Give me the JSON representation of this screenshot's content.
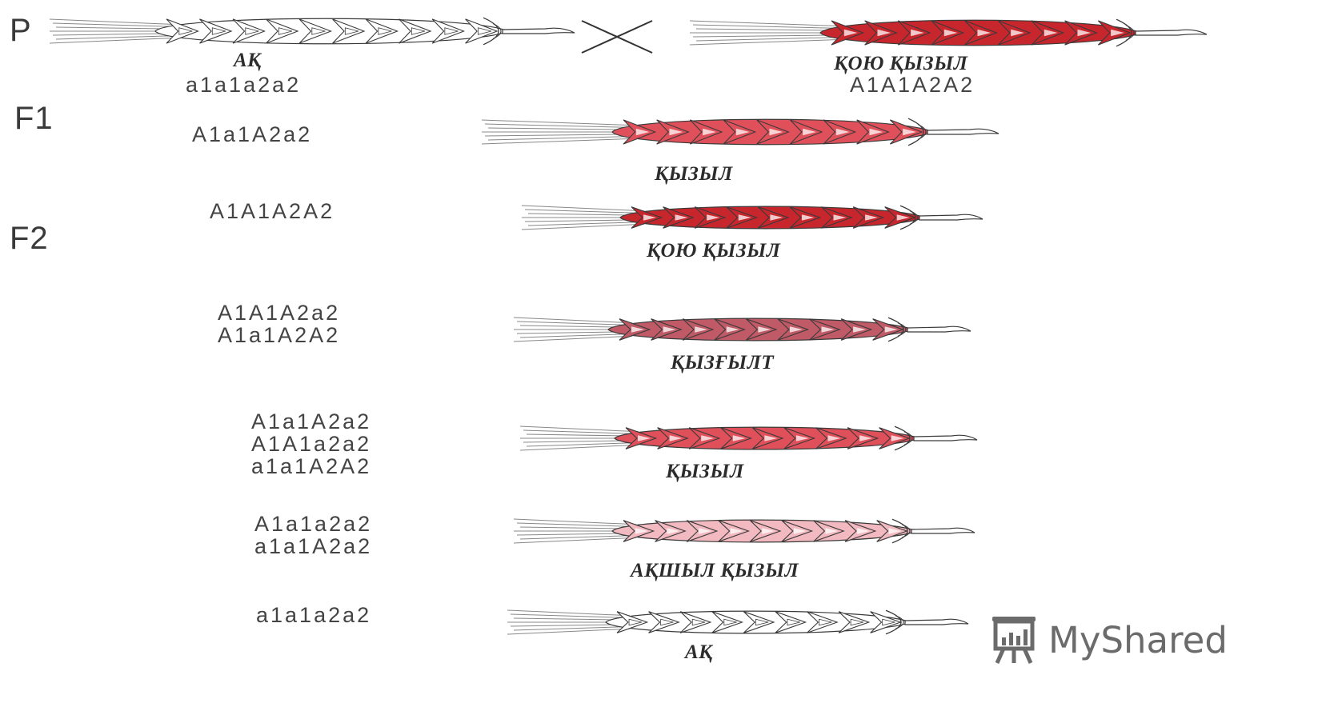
{
  "generations": {
    "p": "P",
    "f1": "F1",
    "f2": "F2"
  },
  "parents": {
    "left": {
      "phenotype": "АҚ",
      "genotype": "a1a1a2a2"
    },
    "right": {
      "phenotype": "ҚОЮ ҚЫЗЫЛ",
      "genotype": "A1A1A2A2"
    }
  },
  "f1": {
    "genotype": "A1a1A2a2",
    "phenotype": "ҚЫЗЫЛ"
  },
  "f2": [
    {
      "genotypes": [
        "A1A1A2A2"
      ],
      "phenotype": "ҚОЮ ҚЫЗЫЛ",
      "color": "#c8262d"
    },
    {
      "genotypes": [
        "A1A1A2a2",
        "A1a1A2A2"
      ],
      "phenotype": "ҚЫЗҒЫЛТ",
      "color": "#c05a66"
    },
    {
      "genotypes": [
        "A1a1A2a2",
        "A1A1a2a2",
        "a1a1A2A2"
      ],
      "phenotype": "ҚЫЗЫЛ",
      "color": "#e0505a"
    },
    {
      "genotypes": [
        "A1a1a2a2",
        "a1a1A2a2"
      ],
      "phenotype": "АҚШЫЛ ҚЫЗЫЛ",
      "color": "#f2b9c0"
    },
    {
      "genotypes": [
        "a1a1a2a2"
      ],
      "phenotype": "АҚ",
      "color": "#ffffff"
    }
  ],
  "colors": {
    "white": "#ffffff",
    "dark_red": "#c8262d",
    "red": "#e0505a",
    "pink_red": "#c05a66",
    "pale_pink": "#f2b9c0"
  },
  "watermark": {
    "text": "MyShared",
    "icon": "presentation-board-icon"
  }
}
